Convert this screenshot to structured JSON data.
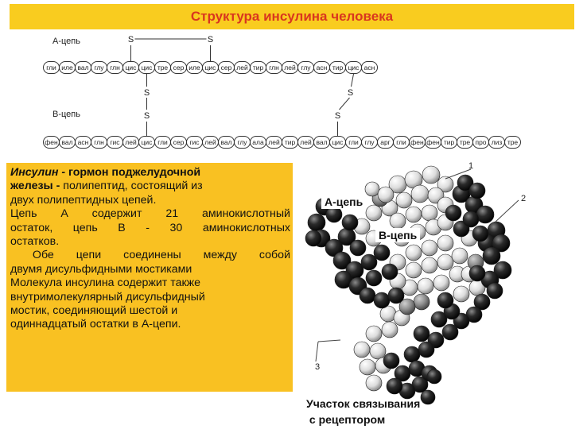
{
  "title": "Структура инсулина человека",
  "chain_a": {
    "label": "А-цепь",
    "residues": [
      "гли",
      "иле",
      "вал",
      "глу",
      "глн",
      "цис",
      "цис",
      "тре",
      "сер",
      "иле",
      "цис",
      "сер",
      "лей",
      "тир",
      "глн",
      "лей",
      "глу",
      "асн",
      "тир",
      "цис",
      "асн"
    ]
  },
  "chain_b": {
    "label": "В-цепь",
    "residues": [
      "фен",
      "вал",
      "асн",
      "глн",
      "гис",
      "лей",
      "цис",
      "гли",
      "сер",
      "гис",
      "лей",
      "вал",
      "глу",
      "ала",
      "лей",
      "тир",
      "лей",
      "вал",
      "цис",
      "гли",
      "глу",
      "арг",
      "гли",
      "фен",
      "фен",
      "тир",
      "тре",
      "про",
      "лиз",
      "тре"
    ]
  },
  "bridge_symbol": "S",
  "info": {
    "term": "Инсулин - ",
    "lead_bold": "гормон поджелудочной",
    "lead_bold2": "железы - ",
    "lead_rest": "полипептид, состоящий из",
    "lines": [
      "двух полипептидных цепей.",
      "Цепь А содержит 21 аминокислотный",
      "остаток, цепь В - 30 аминокислотных",
      "остатков.",
      " Обе цепи соединены между собой",
      "двумя дисульфидными мостиками",
      "Молекула инсулина содержит также",
      "внутримолекулярный дисульфидный",
      "мостик, соединяющий шестой и",
      "одиннадцатый остатки в А-цепи."
    ]
  },
  "molecule": {
    "a_label": "А-цепь",
    "b_label": "В-цепь",
    "marker_1": "1",
    "marker_2": "2",
    "marker_3": "3"
  },
  "caption": {
    "line1": "Участок связывания",
    "line2": " с рецептором"
  }
}
